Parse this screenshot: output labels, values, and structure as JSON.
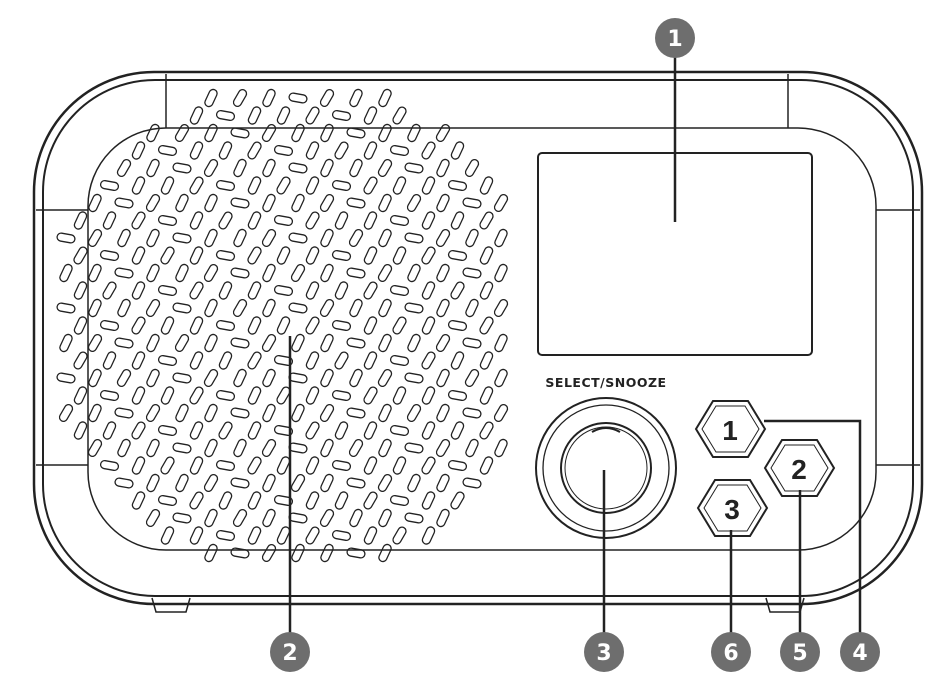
{
  "knob_label": "SELECT/SNOOZE",
  "preset_buttons": [
    {
      "label": "1"
    },
    {
      "label": "2"
    },
    {
      "label": "3"
    }
  ],
  "callouts": [
    {
      "label": "1"
    },
    {
      "label": "2"
    },
    {
      "label": "3"
    },
    {
      "label": "6"
    },
    {
      "label": "5"
    },
    {
      "label": "4"
    }
  ],
  "colors": {
    "stroke": "#222222",
    "callout_fill": "#6e6e6e",
    "background": "#ffffff"
  }
}
